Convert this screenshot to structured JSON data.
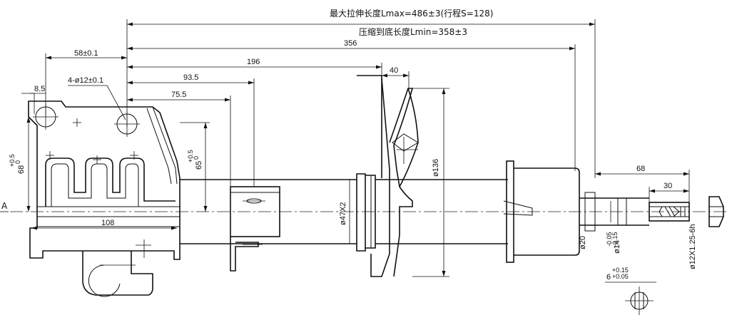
{
  "annotations": {
    "max_length": "最大拉伸长度Lmax=486±3(行程S=128)",
    "min_length": "压缩到底长度Lmin=358±3"
  },
  "dimensions": {
    "d_356": "356",
    "d_196": "196",
    "d_93_5": "93.5",
    "d_75_5": "75.5",
    "d_58": "58±0.1",
    "d_hole": "4-ø12±0.1",
    "d_8_5": "8.5",
    "d_68": "68",
    "d_68_tol": "+0.5",
    "d_68_tol2": "0",
    "d_65": "65",
    "d_65_tol": "+0.5",
    "d_65_tol2": "0",
    "d_108": "108",
    "d_40": "40",
    "d_136": "ø136",
    "d_47": "ø47X2",
    "d_68r": "68",
    "d_30": "30",
    "d_20": "ø20",
    "d_14": "ø14",
    "d_14_tol": "-0.05",
    "d_14_tol2": "-0.15",
    "d_thread": "ø12X1.25-6h",
    "d_6": "6",
    "d_6_tol": "+0.15",
    "d_6_tol2": "+0.05",
    "axis_label": "A"
  }
}
